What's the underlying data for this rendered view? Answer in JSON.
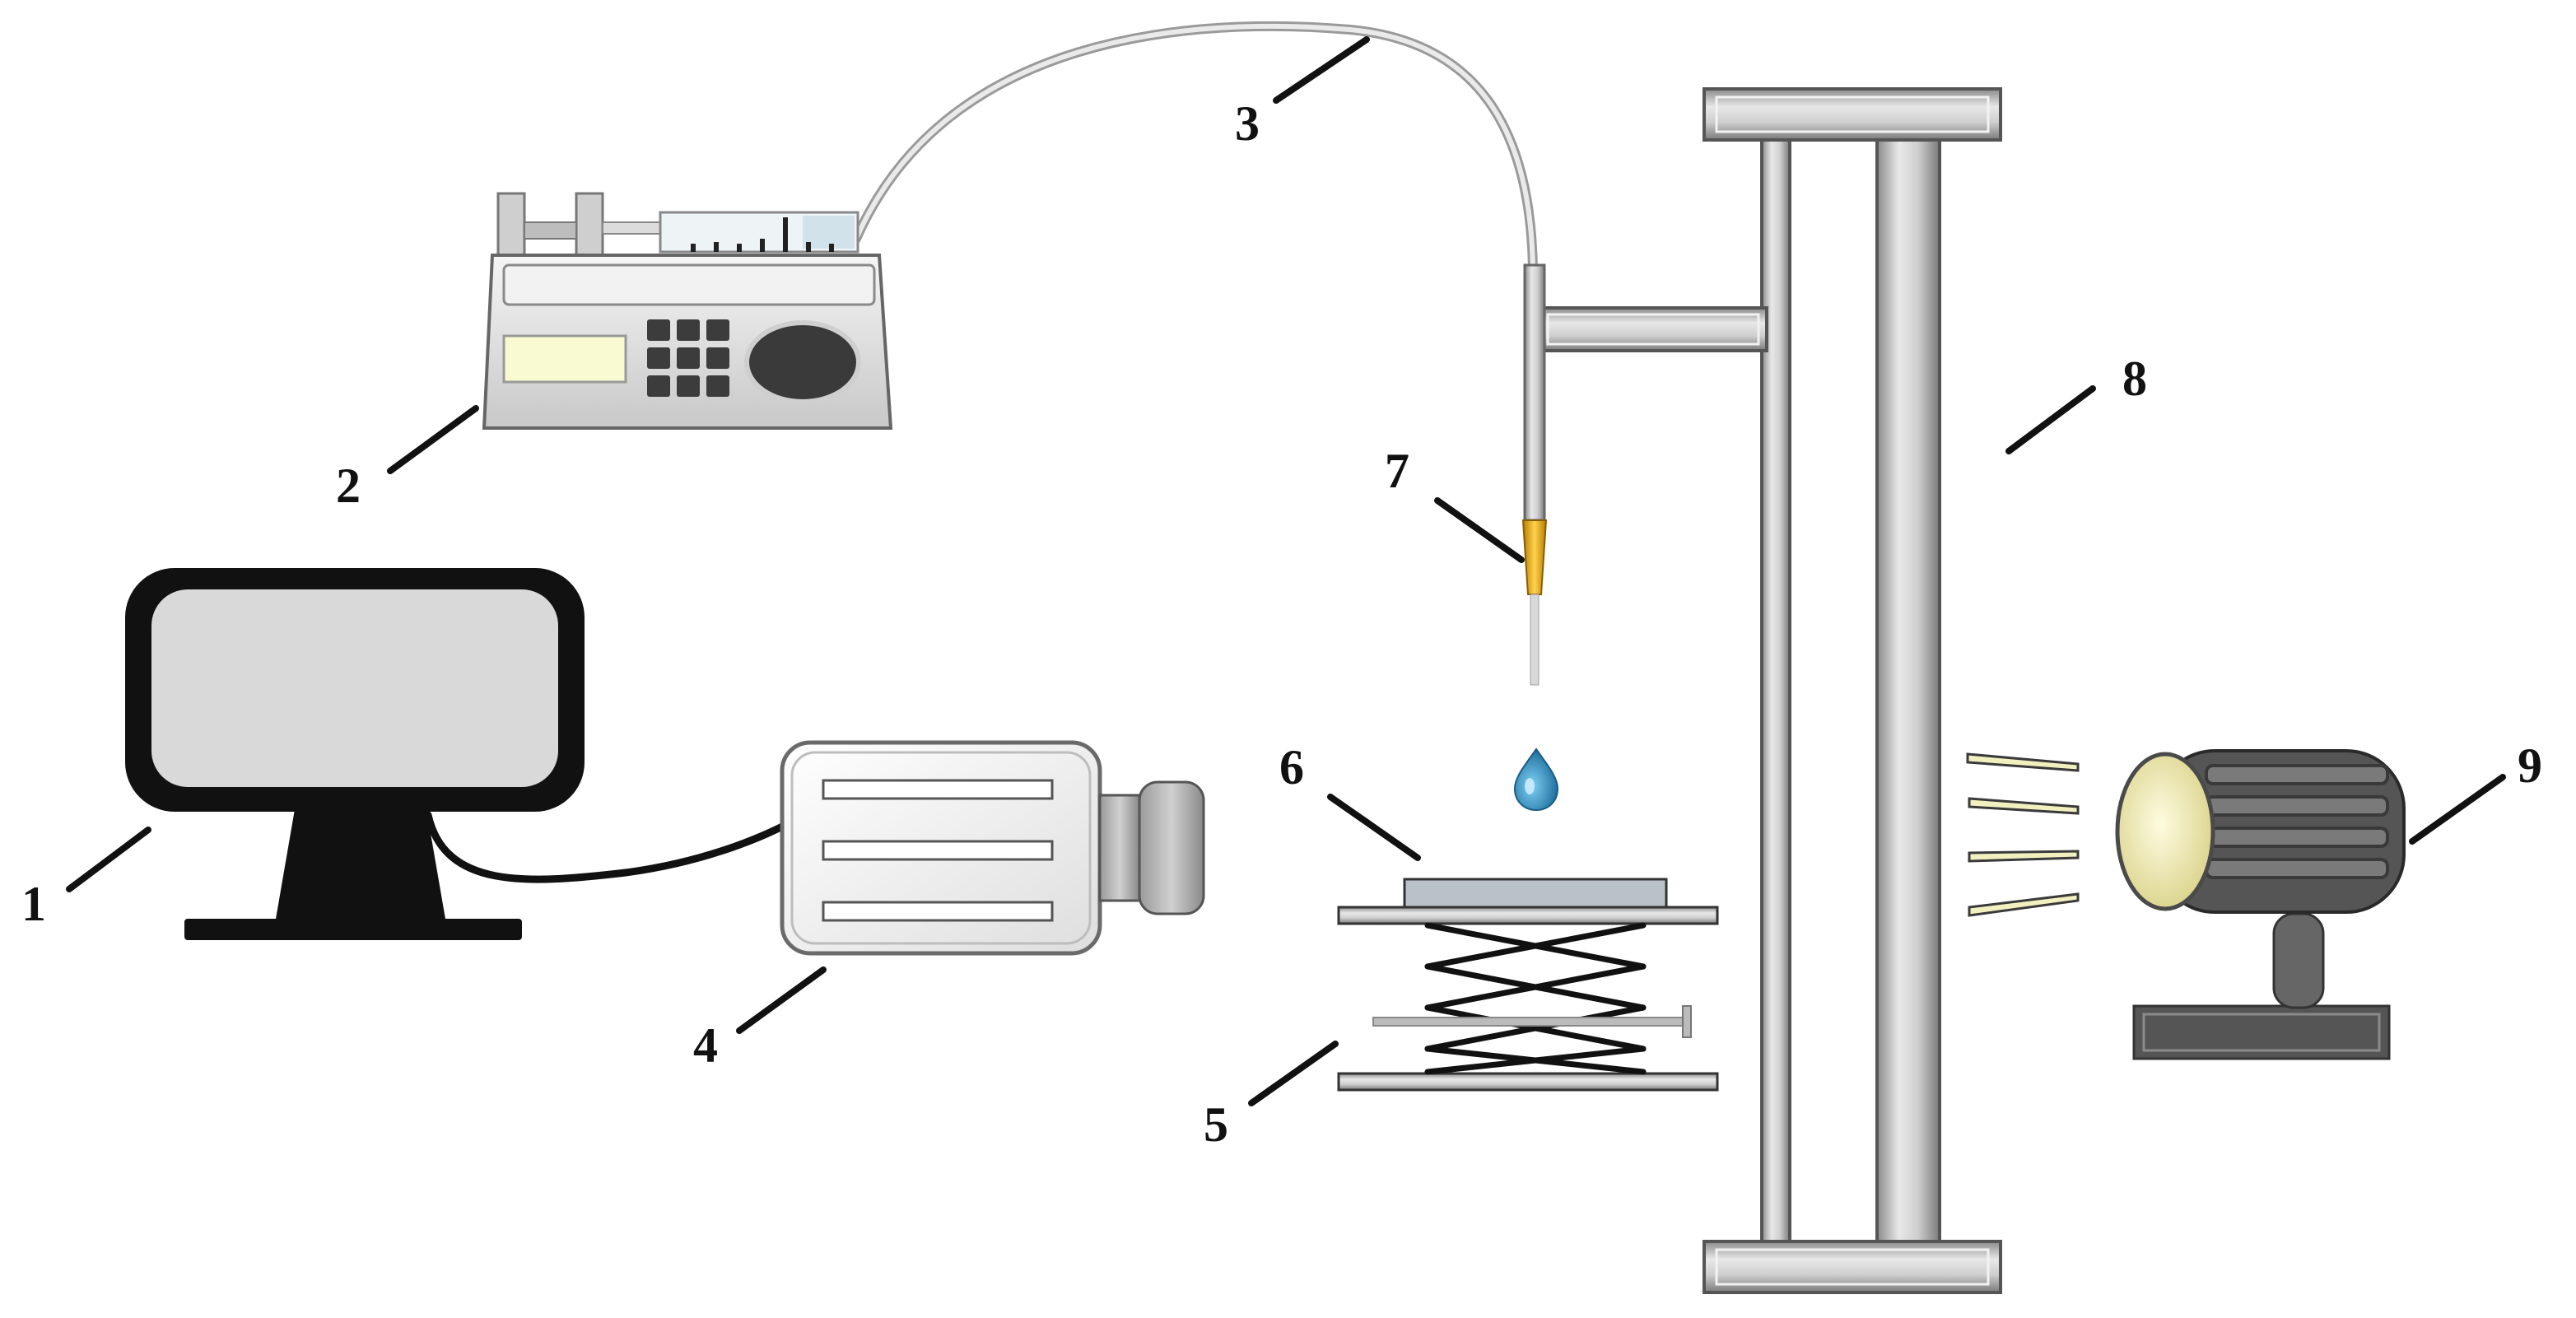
{
  "labels": {
    "monitor": "1",
    "syringe_pump": "2",
    "tubing": "3",
    "camera": "4",
    "lift_stage": "5",
    "substrate": "6",
    "needle": "7",
    "stand": "8",
    "light_source": "9"
  },
  "colors": {
    "outline": "#111111",
    "metal_light": "#e6e6e6",
    "metal_mid": "#b5b5b5",
    "metal_dark": "#7a7a7a",
    "screen": "#d9d9d9",
    "lcd": "#fafad2",
    "needle_tip": "#e0a800",
    "droplet": "#2a8fc4",
    "lamp_lens": "#f3f0b8",
    "lamp_body": "#555555"
  }
}
